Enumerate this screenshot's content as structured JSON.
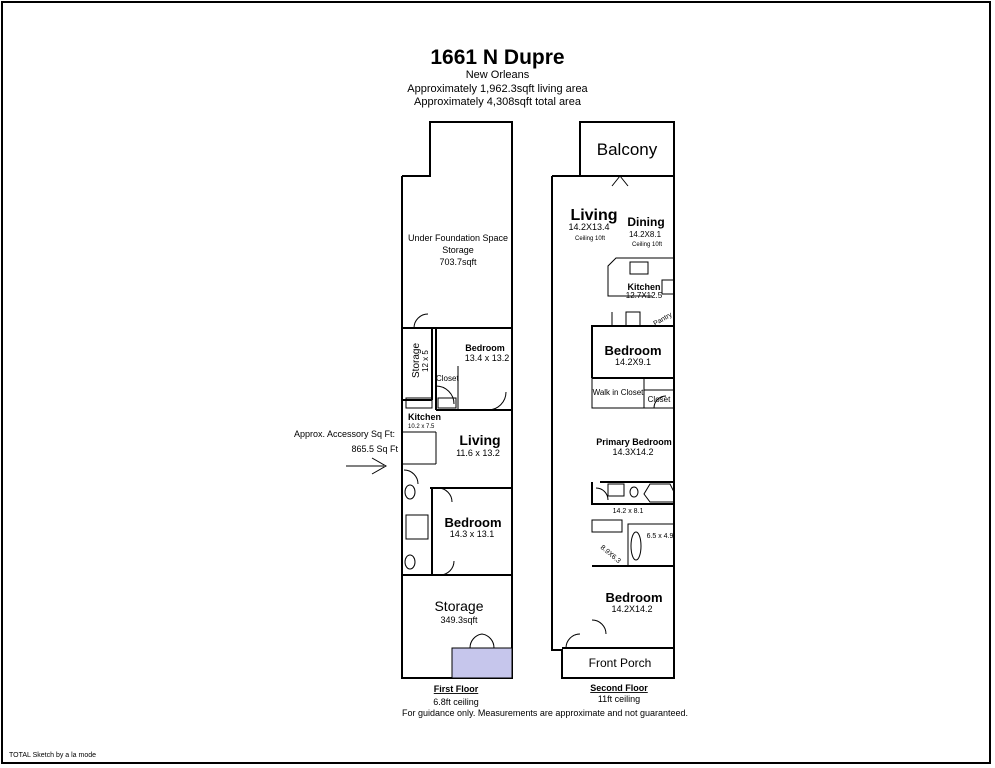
{
  "header": {
    "title": "1661 N Dupre",
    "city": "New Orleans",
    "living_area": "Approximately 1,962.3sqft living area",
    "total_area": "Approximately 4,308sqft total area"
  },
  "first_floor": {
    "label": "First Floor",
    "ceiling": "6.8ft ceiling",
    "accessory_label": "Approx. Accessory Sq Ft:",
    "accessory_value": "865.5 Sq Ft",
    "rooms": {
      "under_foundation": {
        "name": "Under Foundation Space",
        "type": "Storage",
        "area": "703.7sqft"
      },
      "storage_small": {
        "name": "Storage",
        "size": "12 x 5"
      },
      "bedroom_upper": {
        "name": "Bedroom",
        "size": "13.4 x 13.2"
      },
      "closet": {
        "name": "Closet"
      },
      "kitchen": {
        "name": "Kitchen",
        "size": "10.2 x 7.5"
      },
      "living": {
        "name": "Living",
        "size": "11.6 x 13.2"
      },
      "bedroom_lower": {
        "name": "Bedroom",
        "size": "14.3 x 13.1"
      },
      "storage_large": {
        "name": "Storage",
        "area": "349.3sqft"
      }
    }
  },
  "second_floor": {
    "label": "Second Floor",
    "ceiling": "11ft ceiling",
    "rooms": {
      "balcony": {
        "name": "Balcony"
      },
      "living": {
        "name": "Living",
        "size": "14.2X13.4",
        "ceiling": "Ceiling 10ft"
      },
      "dining": {
        "name": "Dining",
        "size": "14.2X8.1",
        "ceiling": "Ceiling 10ft"
      },
      "kitchen": {
        "name": "Kitchen",
        "size": "12.7X12.5"
      },
      "pantry": {
        "name": "Pantry"
      },
      "bedroom_upper": {
        "name": "Bedroom",
        "size": "14.2X9.1"
      },
      "walk_in_closet": {
        "name": "Walk in Closet"
      },
      "closet": {
        "name": "Closet"
      },
      "primary_bedroom": {
        "name": "Primary Bedroom",
        "size": "14.3X14.2"
      },
      "primary_bath": {
        "size": "14.2 x 8.1"
      },
      "bath_small": {
        "size": "6.5 x 4.9"
      },
      "bath_diag": {
        "size": "8.9X6.3"
      },
      "bedroom_lower": {
        "name": "Bedroom",
        "size": "14.2X14.2"
      },
      "front_porch": {
        "name": "Front Porch"
      }
    }
  },
  "footer": {
    "disclaimer": "For guidance only. Measurements are approximate and not guaranteed.",
    "credit": "TOTAL Sketch by a la mode"
  },
  "colors": {
    "line": "#000000",
    "door_fill": "#c6c6ec"
  }
}
